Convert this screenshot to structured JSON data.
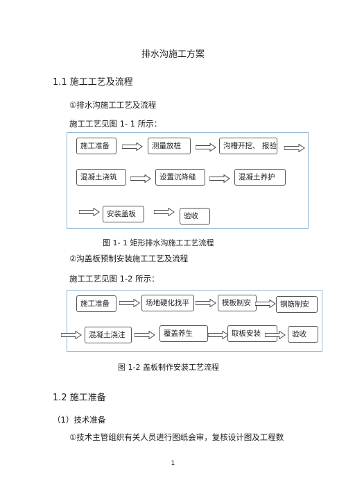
{
  "doc": {
    "title": "排水沟施工方案",
    "sec1_heading": "1.1 施工工艺及流程",
    "sub1": "①排水沟施工工艺及流程",
    "intro1": "施工工艺见图 1- 1 所示：",
    "flow1": [
      "施工准备",
      "测量放桩",
      "沟槽开挖、 报验",
      "混凝土浇筑",
      "设置沉降缝",
      "混凝土养护",
      "安装盖板",
      "验收"
    ],
    "caption1": "图 1- 1    矩形排水沟施工工艺流程",
    "sub2": "②沟盖板预制安装施工工艺及流程",
    "intro2": "施工工艺见图 1-2 所示：",
    "flow2": [
      "施工准备",
      "场地硬化找平",
      "模板制安",
      "钢筋制安",
      "混凝土浇注",
      "覆盖养生",
      "取板安装",
      "验收"
    ],
    "caption2": "图 1-2    盖板制作安装工艺流程",
    "sec2_heading": "1.2 施工准备",
    "item1": "（1）技术准备",
    "item1_text": "①技术主管组织有关人员进行图纸会审，复核设计图及工程数",
    "page_number": "1"
  }
}
